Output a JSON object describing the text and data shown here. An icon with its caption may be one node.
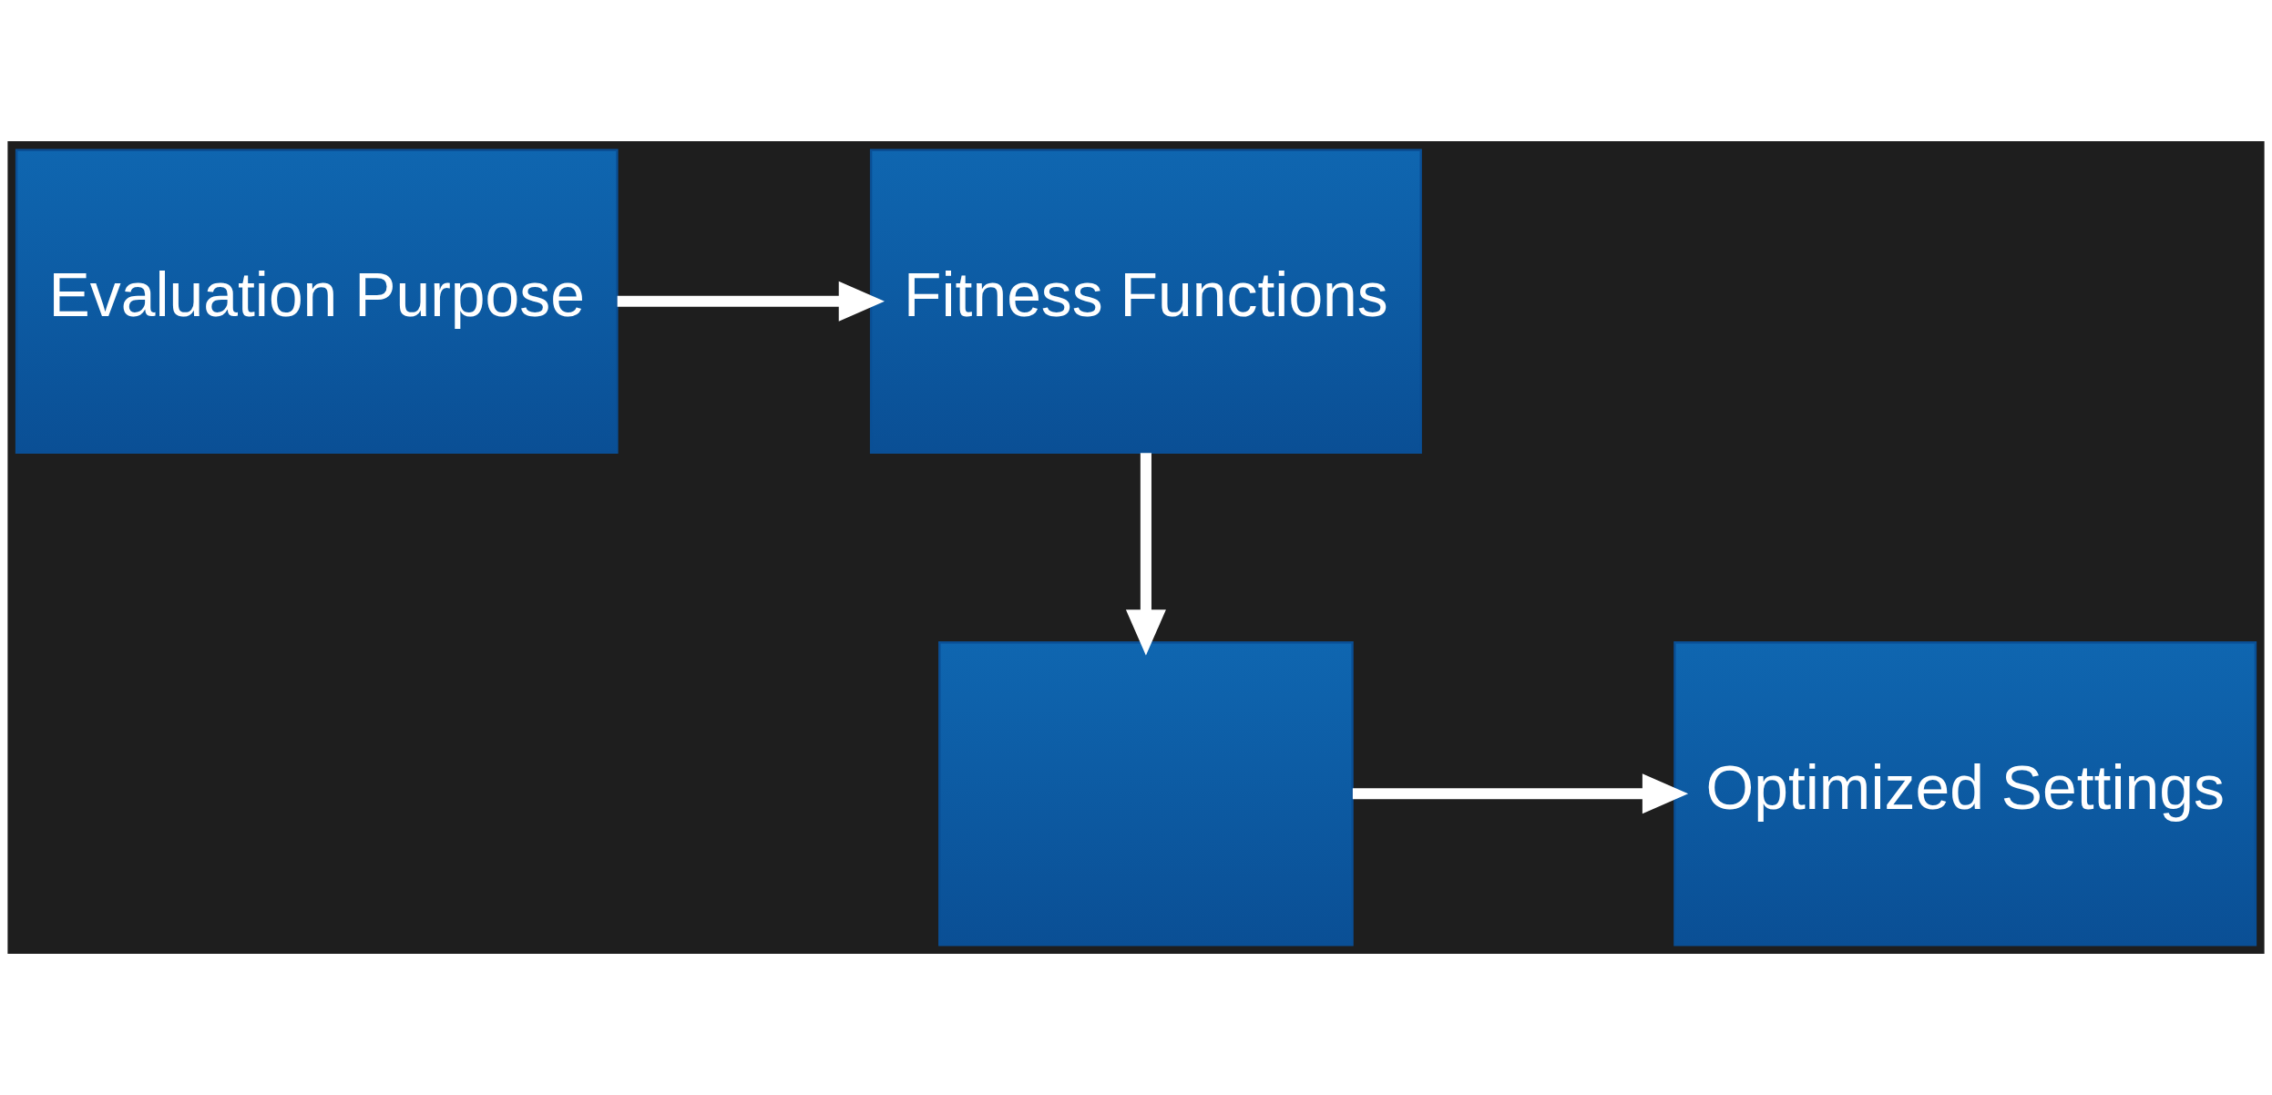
{
  "diagram": {
    "nodes": [
      {
        "text": [
          "Evaluation Purpose"
        ]
      },
      {
        "text": [
          "Fitness Functions"
        ]
      },
      {
        "text": [],
        "shape": "box"
      },
      {
        "text": [
          "Optimized Settings"
        ]
      }
    ],
    "edges": [
      {
        "from": 0,
        "to": 1,
        "arrow": "to"
      },
      {
        "from": 1,
        "to": 2,
        "arrow": "to"
      },
      {
        "from": 2,
        "to": 3,
        "arrow": "to"
      }
    ]
  }
}
